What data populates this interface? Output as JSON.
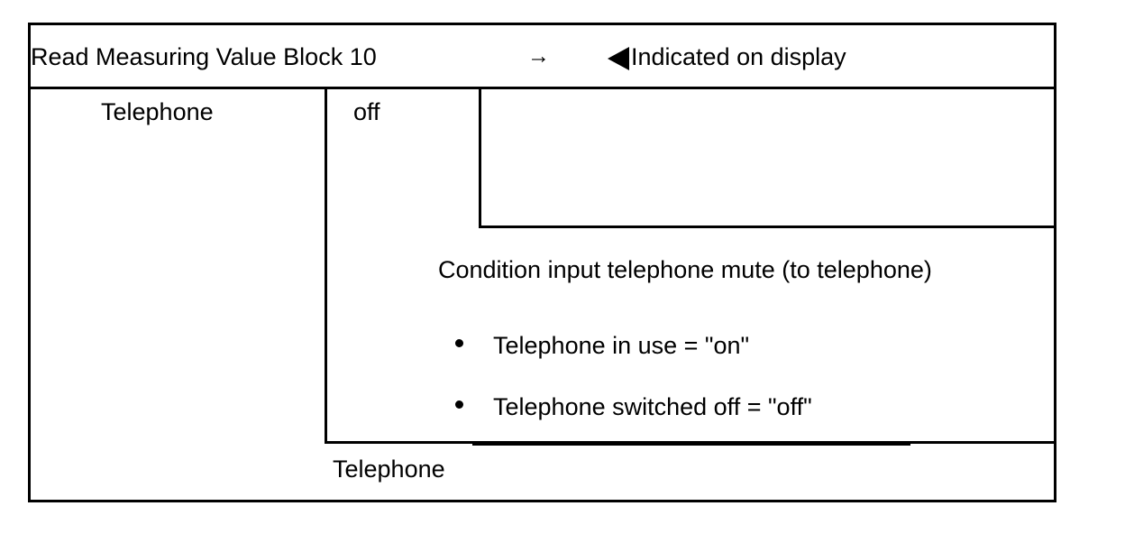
{
  "document": {
    "type": "measuring-value-block-table",
    "colors": {
      "ink": "#000000",
      "paper": "#ffffff"
    }
  },
  "header": {
    "title": "Read Measuring Value Block 10",
    "arrow_glyph": "→",
    "arrow_name": "right-arrow-icon",
    "indicator_icon": "left-triangle-icon",
    "note": "Indicated on display"
  },
  "row": {
    "label": "Telephone",
    "value": "off"
  },
  "condition": {
    "title": "Condition input telephone mute (to telephone)",
    "items": [
      "Telephone in use = \"on\"",
      "Telephone switched off = \"off\""
    ]
  },
  "footer": {
    "label": "Telephone"
  }
}
